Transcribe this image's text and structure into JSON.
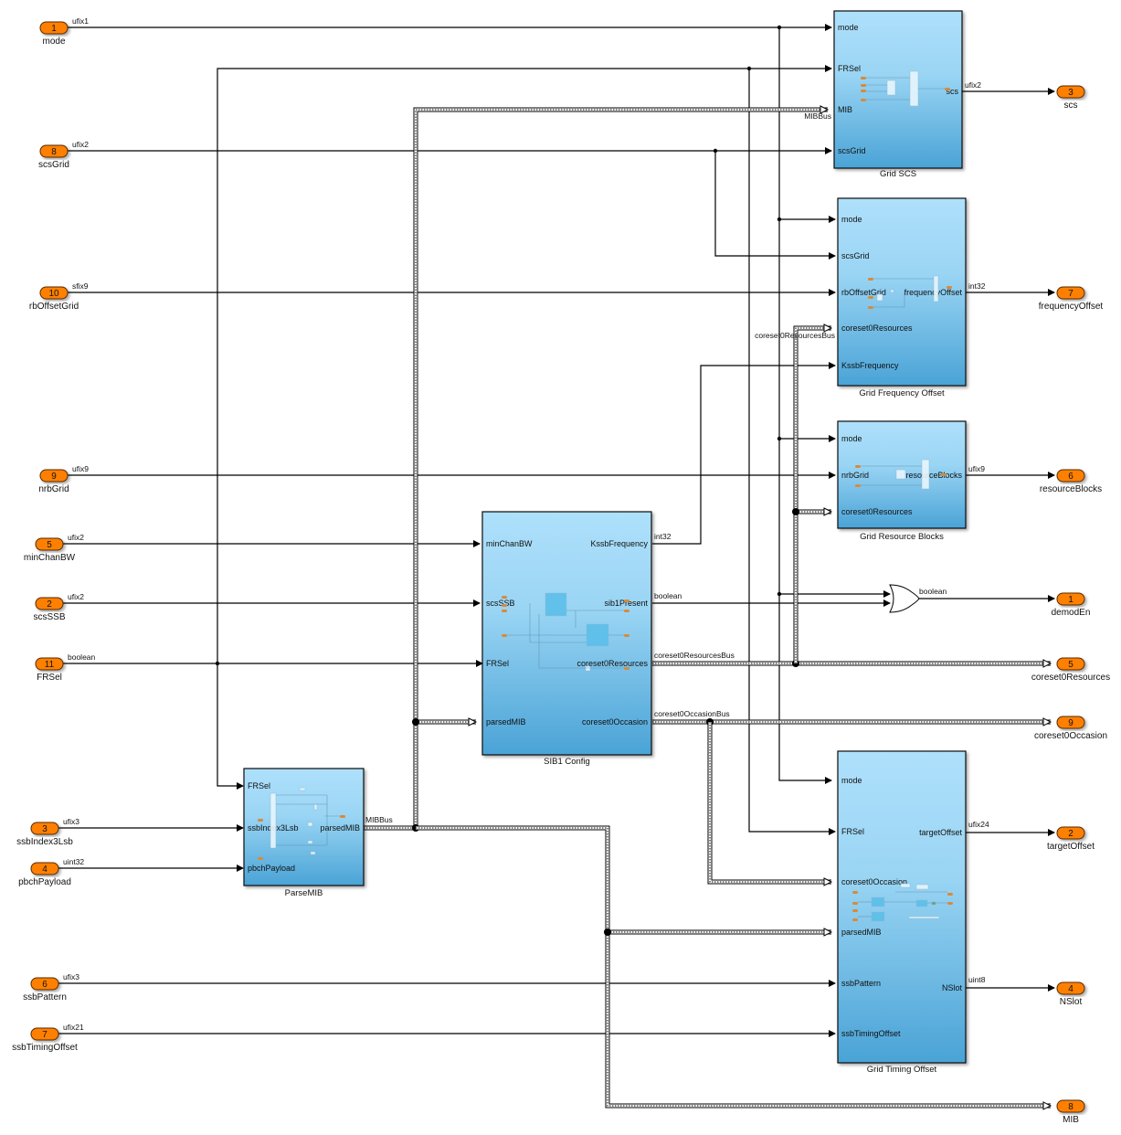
{
  "diagram": {
    "type": "simulink-block-diagram",
    "colors": {
      "port_fill": "#ff8000",
      "port_stroke": "#7a3b00",
      "block_top": "#aee0fb",
      "block_bottom": "#4aa3d6",
      "wire": "#000000"
    }
  },
  "inports": [
    {
      "id": "in-mode",
      "num": "1",
      "name": "mode",
      "type": "ufix1"
    },
    {
      "id": "in-scsGrid",
      "num": "8",
      "name": "scsGrid",
      "type": "ufix2"
    },
    {
      "id": "in-rbOffsetGrid",
      "num": "10",
      "name": "rbOffsetGrid",
      "type": "sfix9"
    },
    {
      "id": "in-nrbGrid",
      "num": "9",
      "name": "nrbGrid",
      "type": "ufix9"
    },
    {
      "id": "in-minChanBW",
      "num": "5",
      "name": "minChanBW",
      "type": "ufix2"
    },
    {
      "id": "in-scsSSB",
      "num": "2",
      "name": "scsSSB",
      "type": "ufix2"
    },
    {
      "id": "in-FRSel",
      "num": "11",
      "name": "FRSel",
      "type": "boolean"
    },
    {
      "id": "in-ssbIndex3Lsb",
      "num": "3",
      "name": "ssbIndex3Lsb",
      "type": "ufix3"
    },
    {
      "id": "in-pbchPayload",
      "num": "4",
      "name": "pbchPayload",
      "type": "uint32"
    },
    {
      "id": "in-ssbPattern",
      "num": "6",
      "name": "ssbPattern",
      "type": "ufix3"
    },
    {
      "id": "in-ssbTimingOffset",
      "num": "7",
      "name": "ssbTimingOffset",
      "type": "ufix21"
    }
  ],
  "outports": [
    {
      "id": "out-scs",
      "num": "3",
      "name": "scs",
      "type": "ufix2"
    },
    {
      "id": "out-frequencyOffset",
      "num": "7",
      "name": "frequencyOffset",
      "type": "int32"
    },
    {
      "id": "out-resourceBlocks",
      "num": "6",
      "name": "resourceBlocks",
      "type": "ufix9"
    },
    {
      "id": "out-demodEn",
      "num": "1",
      "name": "demodEn",
      "type": "boolean"
    },
    {
      "id": "out-coreset0Resources",
      "num": "5",
      "name": "coreset0Resources",
      "type": "coreset0ResourcesBus"
    },
    {
      "id": "out-coreset0Occasion",
      "num": "9",
      "name": "coreset0Occasion",
      "type": "coreset0OccasionBus"
    },
    {
      "id": "out-targetOffset",
      "num": "2",
      "name": "targetOffset",
      "type": "ufix24"
    },
    {
      "id": "out-NSlot",
      "num": "4",
      "name": "NSlot",
      "type": "uint8"
    },
    {
      "id": "out-MIB",
      "num": "8",
      "name": "MIB",
      "type": "MIBBus"
    }
  ],
  "blocks": [
    {
      "id": "grid-scs",
      "name": "Grid SCS",
      "inputs": [
        "mode",
        "FRSel",
        "MIB",
        "scsGrid"
      ],
      "outputs": [
        "scs"
      ]
    },
    {
      "id": "grid-frequency-offset",
      "name": "Grid Frequency Offset",
      "inputs": [
        "mode",
        "scsGrid",
        "rbOffsetGrid",
        "coreset0Resources",
        "KssbFrequency"
      ],
      "outputs": [
        "frequencyOffset"
      ]
    },
    {
      "id": "grid-resource-blocks",
      "name": "Grid Resource Blocks",
      "inputs": [
        "mode",
        "nrbGrid",
        "coreset0Resources"
      ],
      "outputs": [
        "resourceBlocks"
      ]
    },
    {
      "id": "sib1-config",
      "name": "SIB1 Config",
      "inputs": [
        "minChanBW",
        "scsSSB",
        "FRSel",
        "parsedMIB"
      ],
      "outputs": [
        "KssbFrequency",
        "sib1Present",
        "coreset0Resources",
        "coreset0Occasion"
      ]
    },
    {
      "id": "parse-mib",
      "name": "ParseMIB",
      "inputs": [
        "FRSel",
        "ssbIndex3Lsb",
        "pbchPayload"
      ],
      "outputs": [
        "parsedMIB"
      ]
    },
    {
      "id": "grid-timing-offset",
      "name": "Grid Timing Offset",
      "inputs": [
        "mode",
        "FRSel",
        "coreset0Occasion",
        "parsedMIB",
        "ssbPattern",
        "ssbTimingOffset"
      ],
      "outputs": [
        "targetOffset",
        "NSlot"
      ]
    }
  ],
  "signal_labels": {
    "mib_bus": "MIBBus",
    "mib_bus_at_grid_scs": "MIBBus",
    "coreset0_resources_bus": "coreset0ResourcesBus",
    "coreset0_resources_bus_branch": "coreset0ResourcesBus",
    "coreset0_occasion_bus": "coreset0OccasionBus",
    "kssb_type": "int32",
    "sib1present_type": "boolean",
    "or_out_type": "boolean"
  },
  "logic": {
    "or_gate": "OR"
  }
}
